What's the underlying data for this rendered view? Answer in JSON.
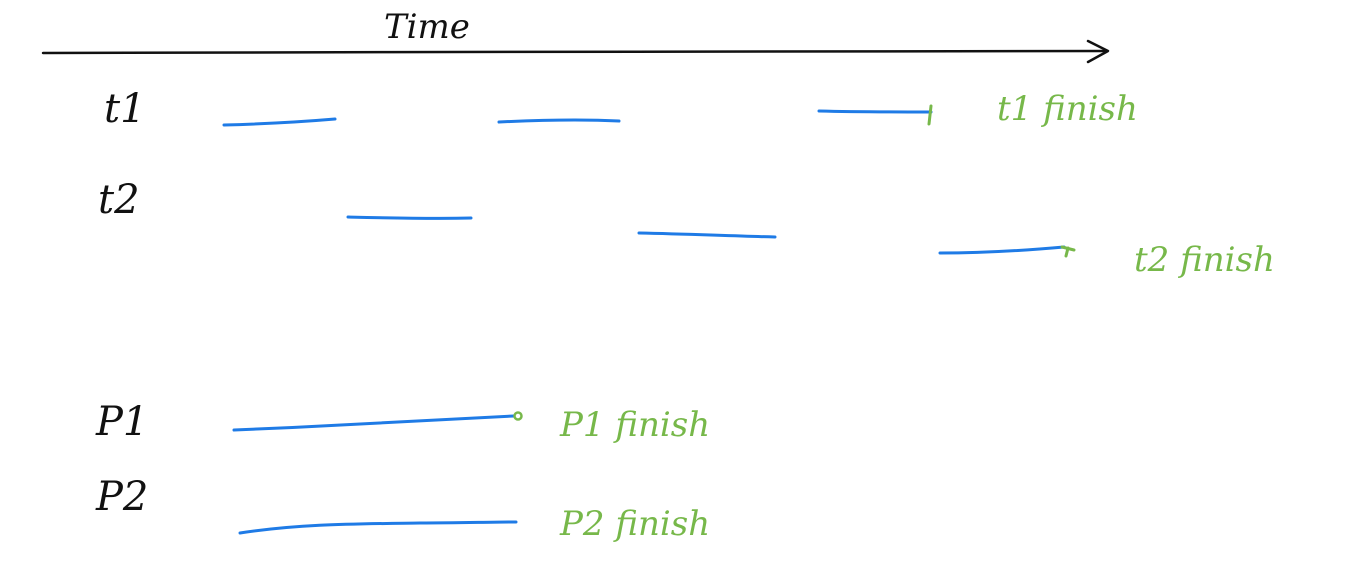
{
  "diagram": {
    "axis": {
      "label": "Time"
    },
    "rows": [
      {
        "label": "t1",
        "finish_label": "t1 finish"
      },
      {
        "label": "t2",
        "finish_label": "t2 finish"
      },
      {
        "label": "P1",
        "finish_label": "P1 finish"
      },
      {
        "label": "P2",
        "finish_label": "P2 finish"
      }
    ],
    "colors": {
      "ink": "#111111",
      "segment": "#1f7be6",
      "finish": "#77b84a"
    }
  }
}
